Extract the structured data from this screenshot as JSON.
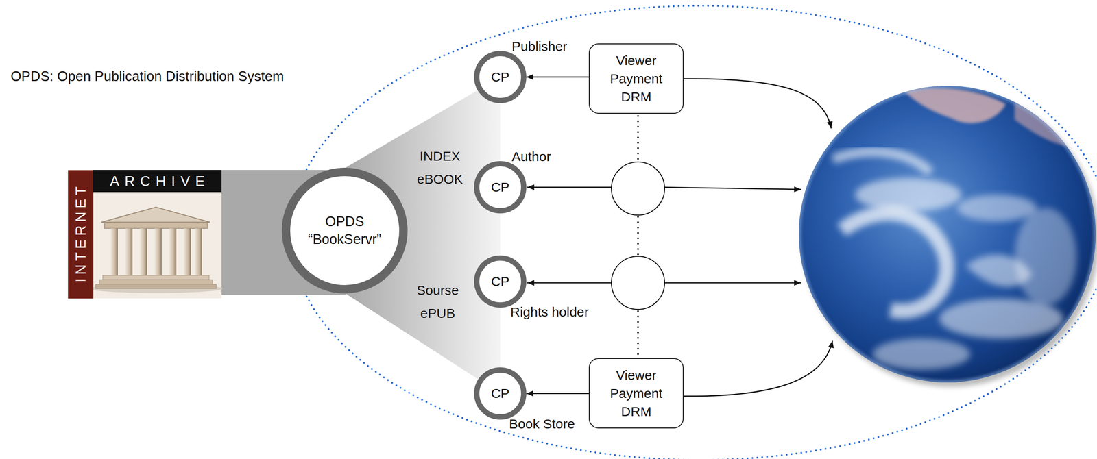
{
  "diagram": {
    "title": "OPDS: Open Publication Distribution System",
    "nodes": [
      {
        "text": [
          "INTERNET",
          "ARCHIVE"
        ]
      },
      {
        "text": [
          "OPDS",
          "“BookServr”"
        ]
      },
      {
        "text": [
          "Publisher",
          "CP"
        ]
      },
      {
        "text": [
          "Viewer Payment DRM"
        ]
      },
      {
        "text": [
          "Author",
          "CP"
        ]
      },
      {
        "text": [
          "CP",
          "Rights holder"
        ]
      },
      {
        "text": [
          "CP",
          "Book Store"
        ]
      },
      {
        "text": [
          "Viewer Payment DRM"
        ]
      }
    ],
    "edges": [
      {
        "from": 3,
        "to": 2,
        "arrow": "to"
      },
      {
        "from": 7,
        "to": 6,
        "arrow": "to"
      }
    ],
    "labels": [
      "INDEX eBOOK",
      "Sourse ePUB"
    ]
  }
}
